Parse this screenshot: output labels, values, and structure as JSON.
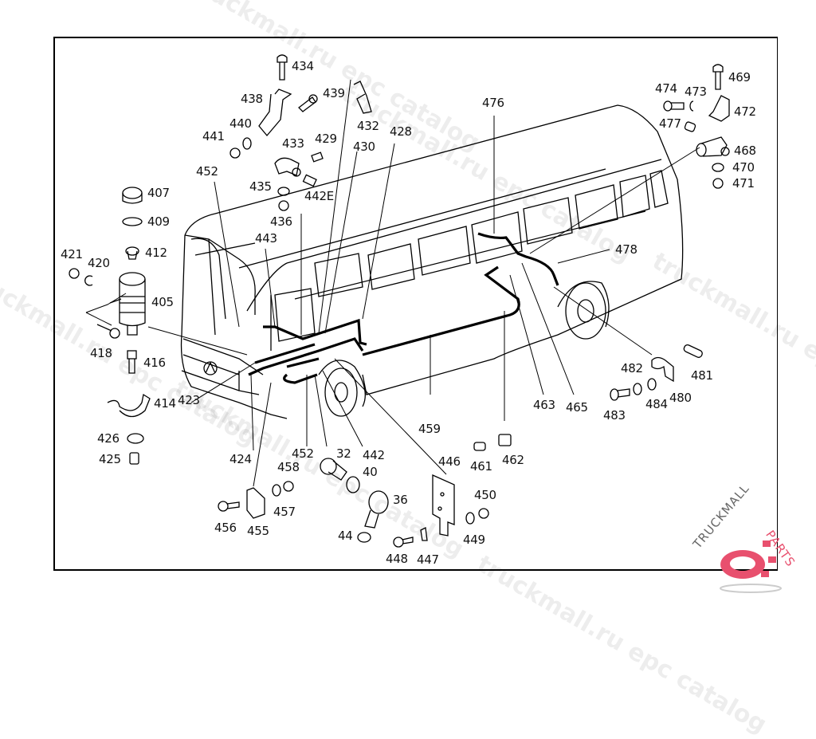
{
  "diagram": {
    "subject": "Bus exploded parts view",
    "part_labels": [
      {
        "id": "434",
        "text": "434"
      },
      {
        "id": "438",
        "text": "438"
      },
      {
        "id": "439",
        "text": "439"
      },
      {
        "id": "440",
        "text": "440"
      },
      {
        "id": "441",
        "text": "441"
      },
      {
        "id": "433",
        "text": "433"
      },
      {
        "id": "429",
        "text": "429"
      },
      {
        "id": "432",
        "text": "432"
      },
      {
        "id": "430",
        "text": "430"
      },
      {
        "id": "428",
        "text": "428"
      },
      {
        "id": "452a",
        "text": "452"
      },
      {
        "id": "435",
        "text": "435"
      },
      {
        "id": "442E",
        "text": "442E"
      },
      {
        "id": "436",
        "text": "436"
      },
      {
        "id": "443",
        "text": "443"
      },
      {
        "id": "407",
        "text": "407"
      },
      {
        "id": "409",
        "text": "409"
      },
      {
        "id": "412",
        "text": "412"
      },
      {
        "id": "421",
        "text": "421"
      },
      {
        "id": "420",
        "text": "420"
      },
      {
        "id": "405",
        "text": "405"
      },
      {
        "id": "418",
        "text": "418"
      },
      {
        "id": "416",
        "text": "416"
      },
      {
        "id": "414",
        "text": "414"
      },
      {
        "id": "426",
        "text": "426"
      },
      {
        "id": "425",
        "text": "425"
      },
      {
        "id": "423",
        "text": "423"
      },
      {
        "id": "424",
        "text": "424"
      },
      {
        "id": "452b",
        "text": "452"
      },
      {
        "id": "32",
        "text": "32"
      },
      {
        "id": "442",
        "text": "442"
      },
      {
        "id": "458",
        "text": "458"
      },
      {
        "id": "40",
        "text": "40"
      },
      {
        "id": "36",
        "text": "36"
      },
      {
        "id": "456",
        "text": "456"
      },
      {
        "id": "455",
        "text": "455"
      },
      {
        "id": "457",
        "text": "457"
      },
      {
        "id": "44",
        "text": "44"
      },
      {
        "id": "448",
        "text": "448"
      },
      {
        "id": "447",
        "text": "447"
      },
      {
        "id": "446",
        "text": "446"
      },
      {
        "id": "449",
        "text": "449"
      },
      {
        "id": "450",
        "text": "450"
      },
      {
        "id": "459",
        "text": "459"
      },
      {
        "id": "461",
        "text": "461"
      },
      {
        "id": "462",
        "text": "462"
      },
      {
        "id": "463",
        "text": "463"
      },
      {
        "id": "465",
        "text": "465"
      },
      {
        "id": "476",
        "text": "476"
      },
      {
        "id": "478",
        "text": "478"
      },
      {
        "id": "474",
        "text": "474"
      },
      {
        "id": "473",
        "text": "473"
      },
      {
        "id": "469",
        "text": "469"
      },
      {
        "id": "472",
        "text": "472"
      },
      {
        "id": "477",
        "text": "477"
      },
      {
        "id": "468",
        "text": "468"
      },
      {
        "id": "470",
        "text": "470"
      },
      {
        "id": "471",
        "text": "471"
      },
      {
        "id": "482",
        "text": "482"
      },
      {
        "id": "481",
        "text": "481"
      },
      {
        "id": "483",
        "text": "483"
      },
      {
        "id": "484",
        "text": "484"
      },
      {
        "id": "480",
        "text": "480"
      }
    ]
  },
  "watermark": {
    "text": "truckmall.ru epc catalog",
    "logo_text_dark": "TRUCKMALL",
    "logo_text_accent": "PARTS",
    "accent_color": "#e8506e"
  }
}
